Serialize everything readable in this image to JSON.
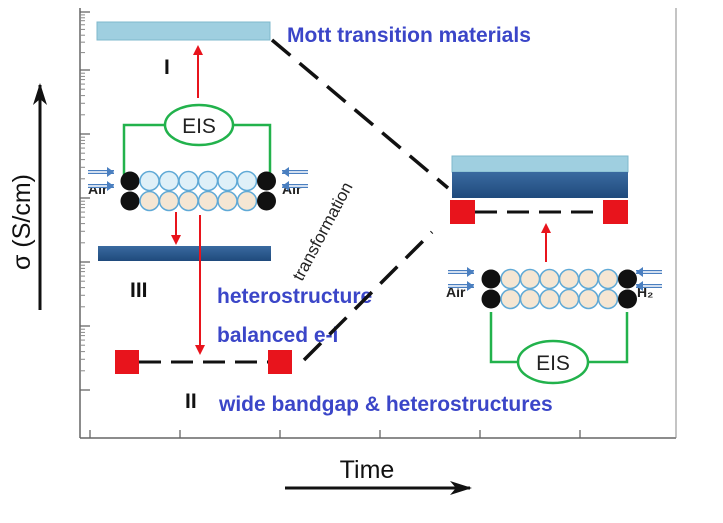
{
  "axis": {
    "y_label": "σ (S/cm)",
    "x_label": "Time"
  },
  "labels": {
    "mott": "Mott transition materials",
    "heterostructure": "heterostructure",
    "balanced": "balanced e-i",
    "wide_bandgap": "wide bandgap & heterostructures",
    "transformation": "transformation",
    "roman_1": "I",
    "roman_2": "II",
    "roman_3": "III"
  },
  "left_cell": {
    "eis": "EIS",
    "gas_left": "Air",
    "gas_right": "Air"
  },
  "right_cell": {
    "eis": "EIS",
    "gas_left": "Air",
    "gas_right": "H₂"
  },
  "colors": {
    "light_bar": "#9fcfe0",
    "dark_bar": "#2d5a8e",
    "red_square": "#e8141c",
    "green_wire": "#22b24c",
    "arrow_red": "#e8141c",
    "label_blue": "#3b46c8"
  }
}
